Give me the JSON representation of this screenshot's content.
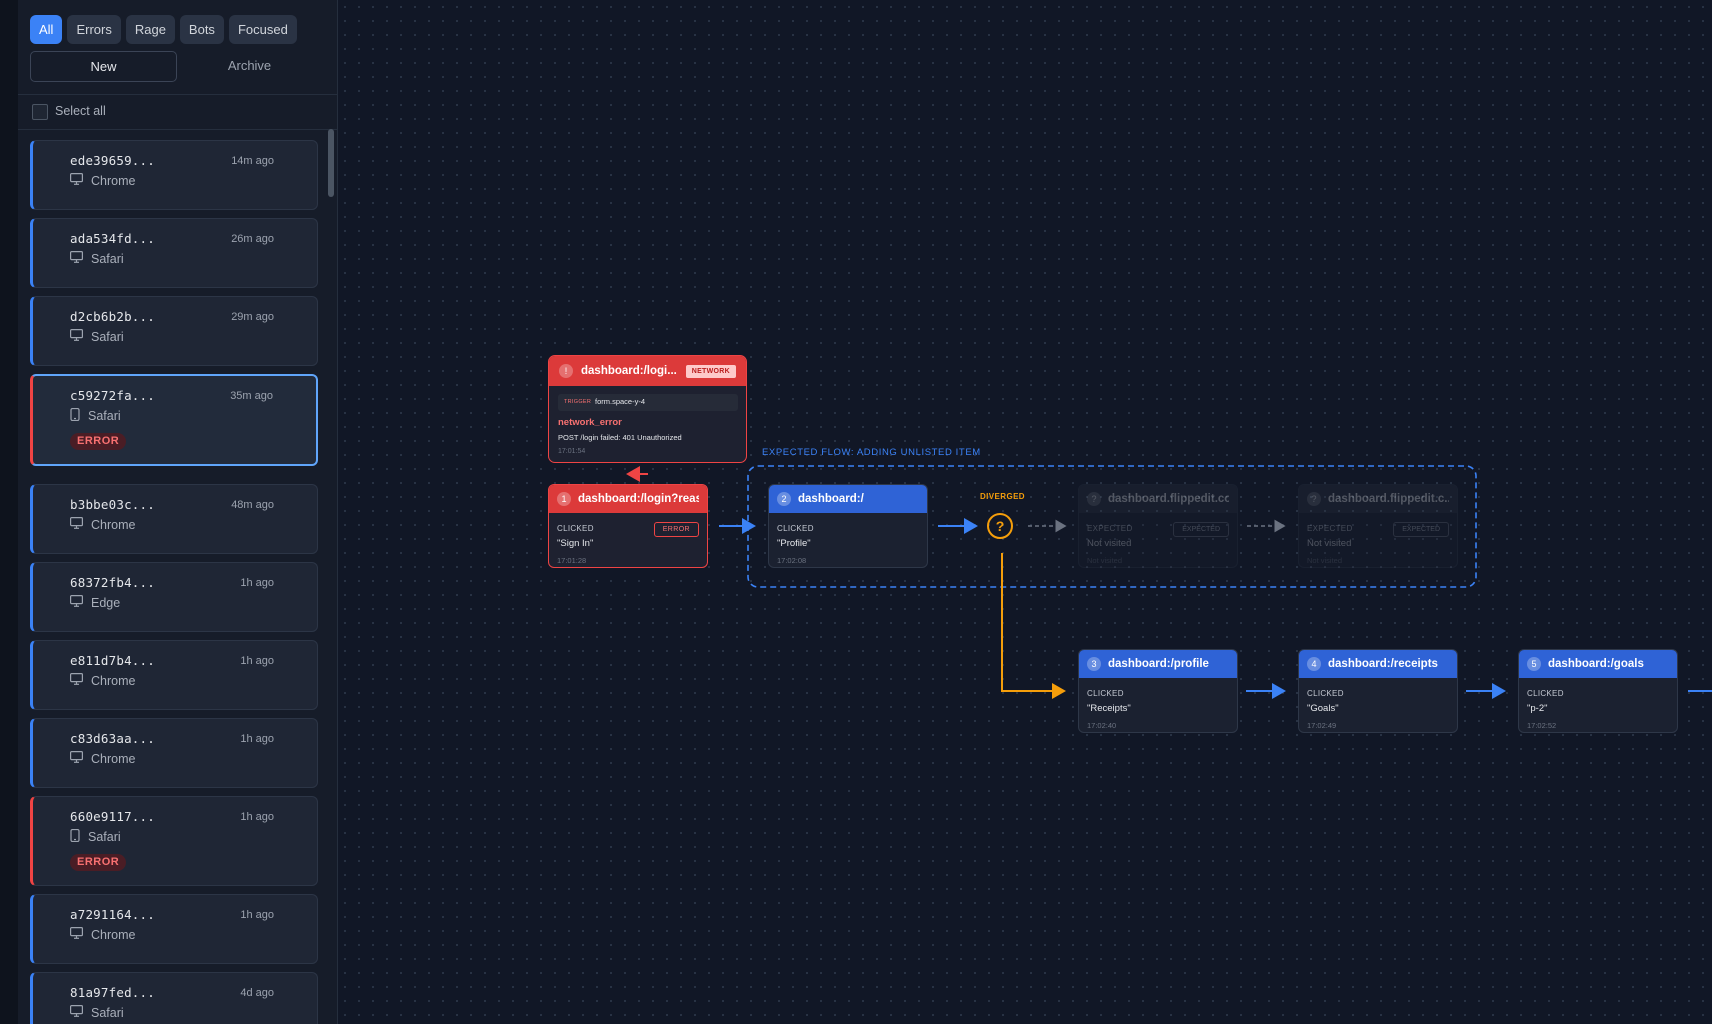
{
  "filters": {
    "all": "All",
    "errors": "Errors",
    "rage": "Rage",
    "bots": "Bots",
    "focused": "Focused"
  },
  "tabs": {
    "new": "New",
    "archive": "Archive"
  },
  "select_all": "Select all",
  "sessions": [
    {
      "id": "ede39659...",
      "time": "14m ago",
      "browser": "Chrome",
      "device": "desktop"
    },
    {
      "id": "ada534fd...",
      "time": "26m ago",
      "browser": "Safari",
      "device": "desktop"
    },
    {
      "id": "d2cb6b2b...",
      "time": "29m ago",
      "browser": "Safari",
      "device": "desktop"
    },
    {
      "id": "c59272fa...",
      "time": "35m ago",
      "browser": "Safari",
      "device": "mobile",
      "badge": "ERROR"
    },
    {
      "id": "b3bbe03c...",
      "time": "48m ago",
      "browser": "Chrome",
      "device": "desktop"
    },
    {
      "id": "68372fb4...",
      "time": "1h ago",
      "browser": "Edge",
      "device": "desktop"
    },
    {
      "id": "e811d7b4...",
      "time": "1h ago",
      "browser": "Chrome",
      "device": "desktop"
    },
    {
      "id": "c83d63aa...",
      "time": "1h ago",
      "browser": "Chrome",
      "device": "desktop"
    },
    {
      "id": "660e9117...",
      "time": "1h ago",
      "browser": "Safari",
      "device": "mobile",
      "badge": "ERROR"
    },
    {
      "id": "a7291164...",
      "time": "1h ago",
      "browser": "Chrome",
      "device": "desktop"
    },
    {
      "id": "81a97fed...",
      "time": "4d ago",
      "browser": "Safari",
      "device": "desktop"
    }
  ],
  "flow": {
    "network_node": {
      "icon": "!",
      "title": "dashboard:/logi...",
      "badge": "NETWORK",
      "trigger_key": "TRIGGER",
      "trigger_value": "form.space-y-4",
      "error_name": "network_error",
      "error_message": "POST /login failed: 401 Unauthorized",
      "time": "17:01:54"
    },
    "expected_label": "EXPECTED FLOW: ADDING UNLISTED ITEM",
    "diverged_label": "DIVERGED",
    "diverged_icon": "?",
    "nodes": [
      {
        "num": "1",
        "title": "dashboard:/login?reas...",
        "action": "CLICKED",
        "detail": "\"Sign In\"",
        "time": "17:01:28",
        "tag": "ERROR"
      },
      {
        "num": "2",
        "title": "dashboard:/",
        "action": "CLICKED",
        "detail": "\"Profile\"",
        "time": "17:02:08"
      },
      {
        "num": "?",
        "title": "dashboard.flippedit.co...",
        "action": "EXPECTED",
        "detail": "Not visited",
        "time": "Not visited",
        "tag": "EXPECTED"
      },
      {
        "num": "?",
        "title": "dashboard.flippedit.c...",
        "action": "EXPECTED",
        "detail": "Not visited",
        "time": "Not visited",
        "tag": "EXPECTED"
      },
      {
        "num": "3",
        "title": "dashboard:/profile",
        "action": "CLICKED",
        "detail": "\"Receipts\"",
        "time": "17:02:40"
      },
      {
        "num": "4",
        "title": "dashboard:/receipts",
        "action": "CLICKED",
        "detail": "\"Goals\"",
        "time": "17:02:49"
      },
      {
        "num": "5",
        "title": "dashboard:/goals",
        "action": "CLICKED",
        "detail": "\"p-2\"",
        "time": "17:02:52"
      }
    ]
  }
}
